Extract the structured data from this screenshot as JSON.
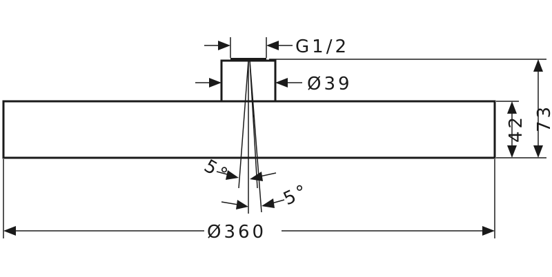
{
  "drawing": {
    "thread_label": "G1/2",
    "connector_diameter_label": "Ø39",
    "total_height_label": "73",
    "disc_height_label": "42",
    "disc_diameter_label": "Ø360",
    "angle_label_left": "5°",
    "angle_label_right": "5°"
  }
}
